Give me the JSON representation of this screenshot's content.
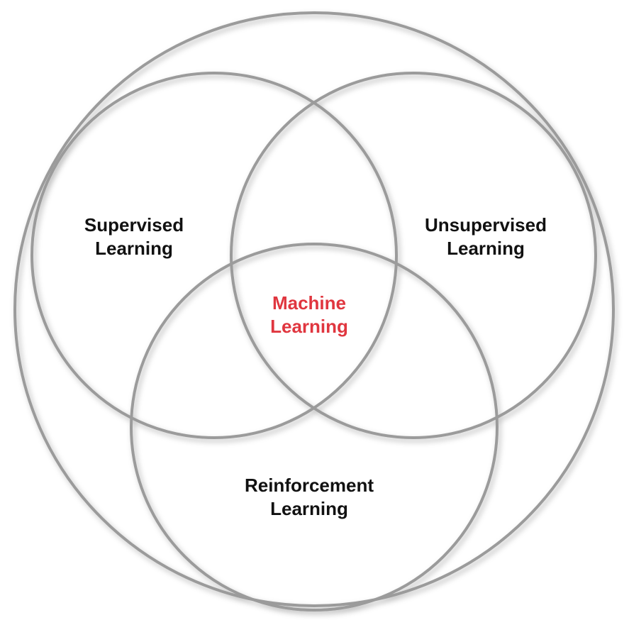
{
  "diagram": {
    "ring_color": "#9b9b9b",
    "center_color": "#e0363f",
    "text_color": "#111111",
    "labels": {
      "supervised": [
        "Supervised",
        "Learning"
      ],
      "unsupervised": [
        "Unsupervised",
        "Learning"
      ],
      "reinforcement": [
        "Reinforcement",
        "Learning"
      ],
      "center": [
        "Machine",
        "Learning"
      ]
    }
  }
}
